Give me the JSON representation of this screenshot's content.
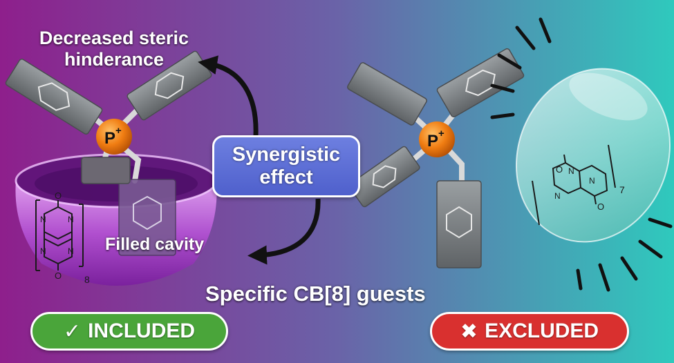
{
  "labels": {
    "steric": "Decreased steric\nhinderance",
    "synergy": "Synergistic\neffect",
    "filled": "Filled cavity",
    "specific": "Specific CB[8] guests"
  },
  "phosphonium": {
    "left": "P",
    "left_charge": "+",
    "right": "P",
    "right_charge": "+"
  },
  "cb_left": {
    "n_label": "N",
    "o_label": "O",
    "subscript": "8"
  },
  "cb_right": {
    "n_label": "N",
    "o_label": "O",
    "subscript": "7"
  },
  "status": {
    "included": {
      "mark": "✓",
      "label": "INCLUDED"
    },
    "excluded": {
      "mark": "✖",
      "label": "EXCLUDED"
    }
  },
  "colors": {
    "bg_left": "#8e1f8c",
    "bg_mid": "#6a63a8",
    "bg_right": "#2fc9bd",
    "phosphorus": "#f07d12",
    "cb8_ring": "#c060d8",
    "cb7_ring": "#9fe0d8",
    "substituent": "#7f8487",
    "included": "#4aa53a",
    "excluded": "#d9302f",
    "synergy_box": "#5566d6"
  }
}
